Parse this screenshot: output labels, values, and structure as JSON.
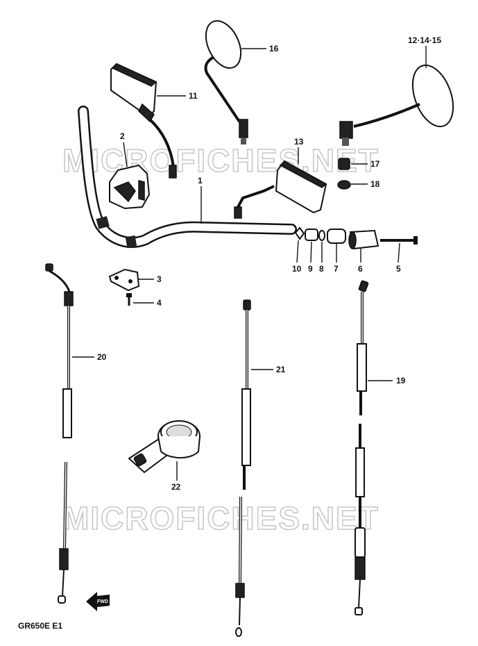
{
  "watermark": "MICROFICHES.NET",
  "model_code": "GR650E E1",
  "forward_marker": "FWD",
  "callouts": {
    "p1": "1",
    "p2": "2",
    "p3": "3",
    "p4": "4",
    "p5": "5",
    "p6": "6",
    "p7": "7",
    "p8": "8",
    "p9": "9",
    "p10": "10",
    "p11": "11",
    "p12_14_15": "12·14·15",
    "p13": "13",
    "p16": "16",
    "p17": "17",
    "p18": "18",
    "p19": "19",
    "p20": "20",
    "p21": "21",
    "p22": "22"
  }
}
